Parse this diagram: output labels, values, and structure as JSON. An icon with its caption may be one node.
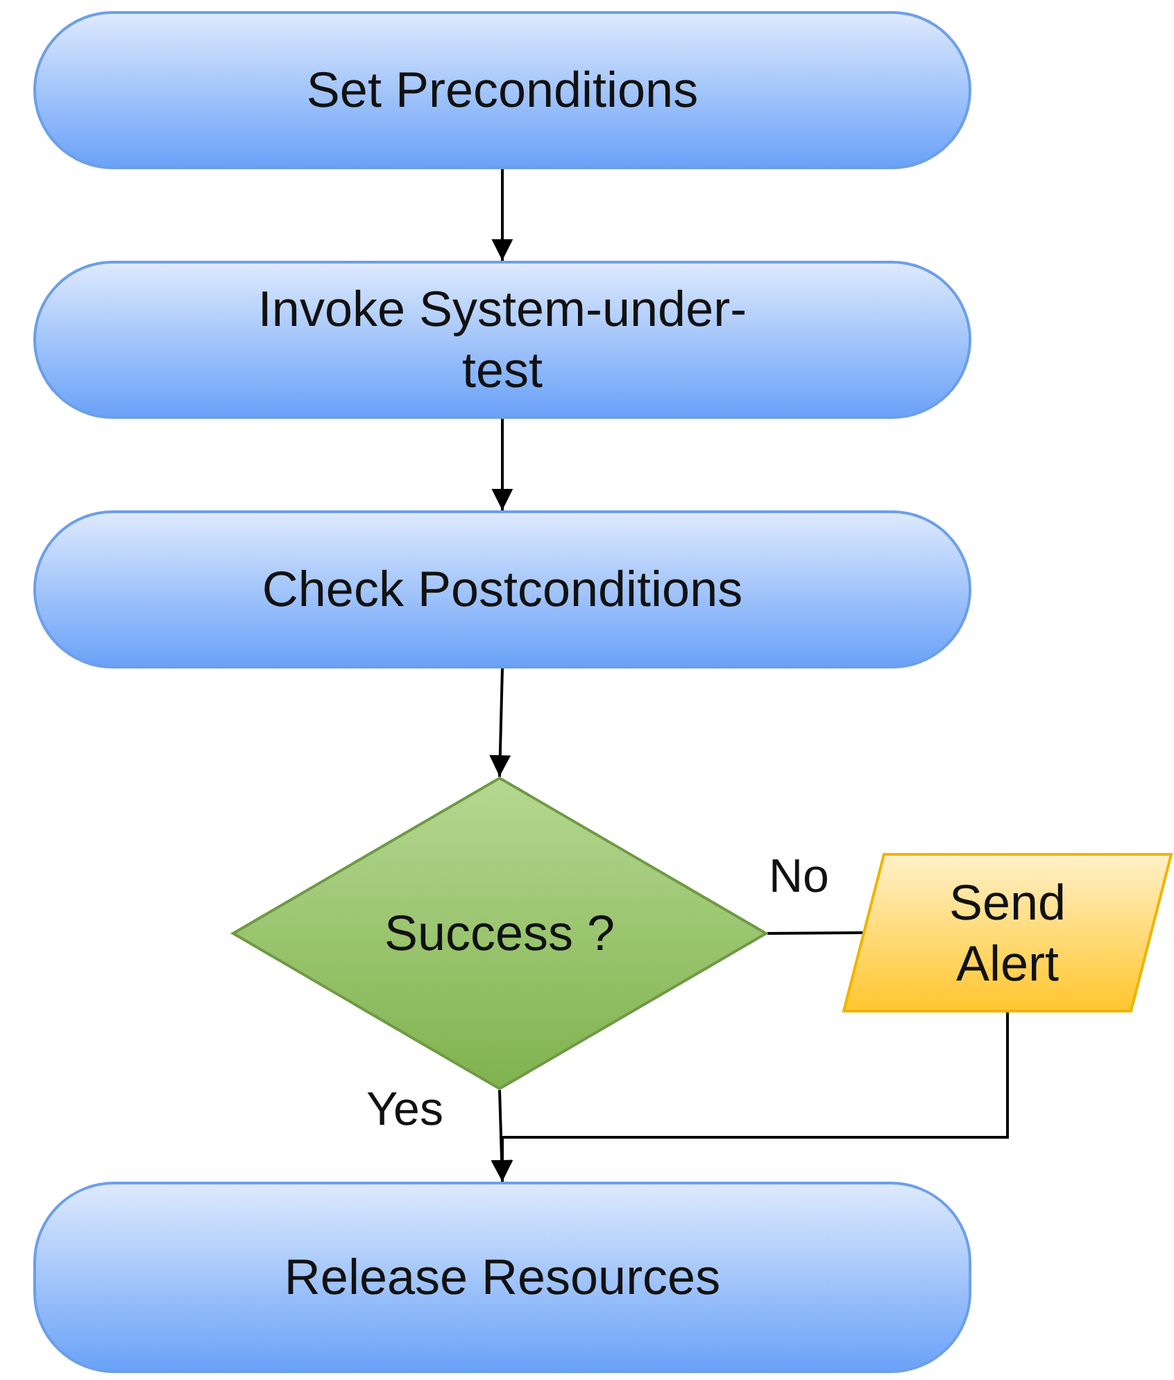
{
  "diagram": {
    "nodes": [
      {
        "text": [
          "Set Preconditions"
        ]
      },
      {
        "text": [
          "Invoke System-under-test"
        ]
      },
      {
        "text": [
          "Check Postconditions"
        ]
      },
      {
        "text": [
          "Success ?"
        ]
      },
      {
        "text": [
          "Send Alert"
        ]
      },
      {
        "text": [
          "Release Resources"
        ]
      }
    ],
    "edges": [
      {
        "from": 0,
        "to": 1,
        "arrow": "to"
      },
      {
        "from": 1,
        "to": 2,
        "arrow": "to"
      },
      {
        "from": 2,
        "to": 3,
        "arrow": "to"
      },
      {
        "from": 3,
        "to": 4,
        "arrow": "none",
        "label": "No"
      },
      {
        "from": 3,
        "to": 5,
        "arrow": "to",
        "label": "Yes"
      },
      {
        "from": 4,
        "to": 5,
        "arrow": "to"
      }
    ]
  }
}
